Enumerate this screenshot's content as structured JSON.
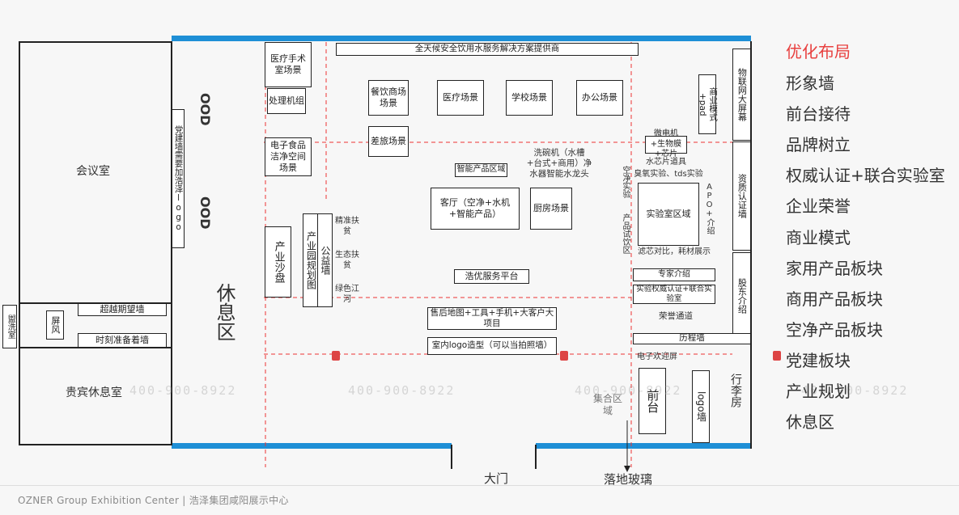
{
  "rooms": {
    "meeting": "会议室",
    "vip": "贵宾休息室",
    "screen": "屏风",
    "lounge": "休息区",
    "washroom": "盥洗室",
    "party_wall": "党建墙需要加浩泽logo",
    "ood1": "OOD",
    "ood2": "OOD",
    "beyond_wall": "超越期望墙",
    "ready_wall": "时刻准备着墙"
  },
  "hall": {
    "top_banner": "全天候安全饮用水服务解决方案提供商",
    "medical_surgery": "医疗手术室场景",
    "treatment": "处理机组",
    "electronic_food": "电子食品洁净空间场景",
    "industry_sandbox": "产业沙盘",
    "industry_park_map": "产业园规划图",
    "charity_wall": "公益墙",
    "precise_poverty": "精准扶贫",
    "eco_poverty": "生态扶贫",
    "green_river": "绿色江河",
    "catering": "餐饮商场场景",
    "travel": "差旅场景",
    "medical_scene": "医疗场景",
    "school_scene": "学校场景",
    "office_scene": "办公场景",
    "smart_area": "智能产品区域",
    "dishwasher": "洗碗机（水槽+台式+商用）净水器智能水龙头",
    "living_room": "客厅（空净+水机+智能产品）",
    "kitchen": "厨房场景",
    "service_platform": "浩优服务平台",
    "aftersale": "售后地图+工具+手机+大客户大项目",
    "logo_model": "室内logo造型（可以当拍照墙）",
    "business_model": "商业模式+pad",
    "iot_screen": "物联网大屏幕",
    "qualification": "资质认证墙",
    "shareholder": "股东介绍",
    "motor": "微电机+生物膜+芯片",
    "chip_props": "水芯片道具",
    "ozone_test": "臭氧实验、tds实验",
    "purify_test": "空净实验",
    "product_test": "产品试饮区",
    "lab": "实验室区域",
    "apo": "APO+介绍",
    "consumable": "滤芯对比，耗材展示",
    "expert": "专家介绍",
    "authority": "实验权威认证+联合实验室",
    "honor": "荣誉通道",
    "history_wall": "历程墙",
    "welcome_screen": "电子欢迎屏",
    "reception": "前台",
    "logo_wall": "logo墙",
    "luggage": "行李房",
    "gathering": "集合区域",
    "main_door": "大门",
    "glass": "落地玻璃"
  },
  "menu": {
    "items": [
      "优化布局",
      "形象墙",
      "前台接待",
      "品牌树立",
      "权威认证+联合实验室",
      "企业荣誉",
      "商业模式",
      "家用产品板块",
      "商用产品板块",
      "空净产品板块",
      "党建板块",
      "产业规划",
      "休息区"
    ],
    "active_color": "#e8403f"
  },
  "watermark": {
    "phone": "400-900-8922"
  },
  "footer": "OZNER Group Exhibition Center  |  浩泽集团咸阳展示中心"
}
